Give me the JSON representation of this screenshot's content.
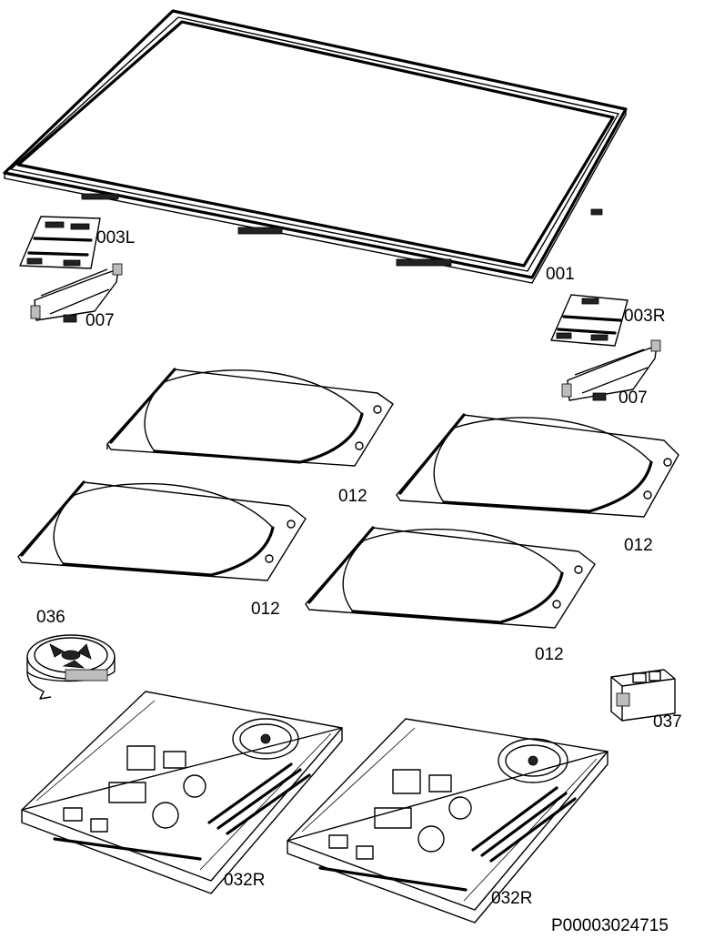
{
  "diagram": {
    "labels": {
      "frame": "001",
      "bracket_left": "003L",
      "bracket_right": "003R",
      "support_left": "007",
      "support_right": "007",
      "coil_top_left": "012",
      "coil_top_right": "012",
      "coil_bottom_left": "012",
      "coil_bottom_right": "012",
      "fan": "036",
      "filter": "037",
      "power_board_left": "032R",
      "power_board_right": "032R"
    },
    "document_id": "P00003024715"
  }
}
